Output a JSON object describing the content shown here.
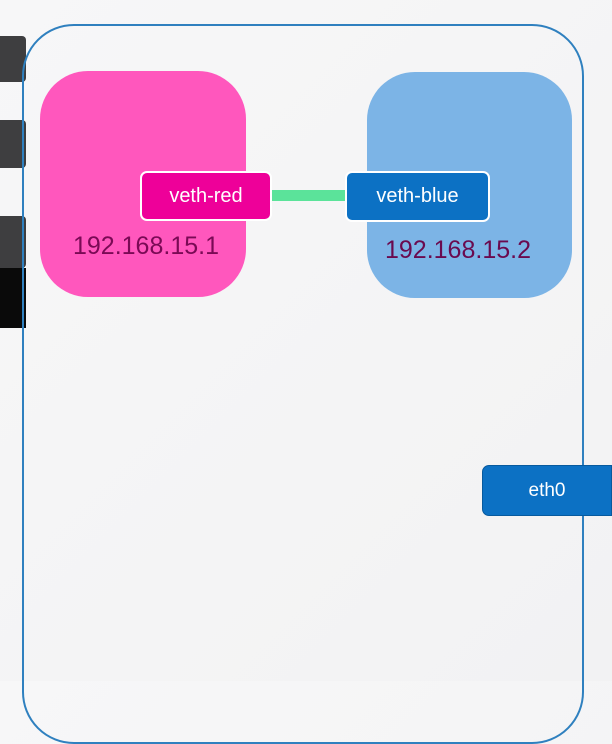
{
  "namespaces": {
    "red": {
      "interface": "veth-red",
      "ip": "192.168.15.1",
      "color": "#ff57bd",
      "interface_color": "#ee0099"
    },
    "blue": {
      "interface": "veth-blue",
      "ip": "192.168.15.2",
      "color": "#7cb4e6",
      "interface_color": "#0c71c4"
    }
  },
  "host": {
    "interface": "eth0",
    "outline_color": "#2f80bf"
  },
  "link": {
    "color": "#5be39a"
  }
}
